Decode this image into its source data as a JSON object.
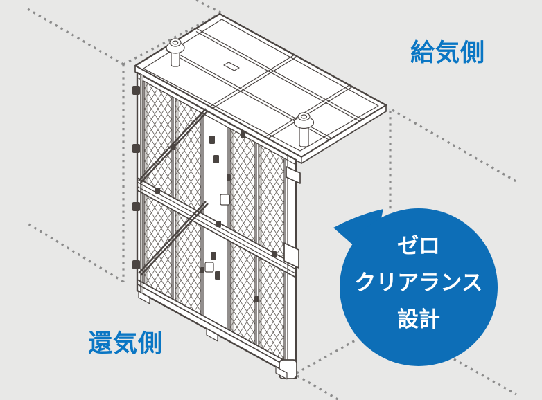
{
  "labels": {
    "supply_side": "給気側",
    "return_side": "還気側"
  },
  "callout": {
    "lines": [
      "ゼロ",
      "クリアランス",
      "設計"
    ]
  },
  "colors": {
    "background": "#e8e8e7",
    "label_blue": "#0a76c4",
    "callout_blue": "#0d6eb7",
    "callout_text": "#ffffff",
    "line": "#4a4441",
    "line_soft": "#6e6964",
    "panel_shade": "#cbc9c6",
    "dash": "#8b8b8b",
    "fill_white": "#ffffff"
  }
}
